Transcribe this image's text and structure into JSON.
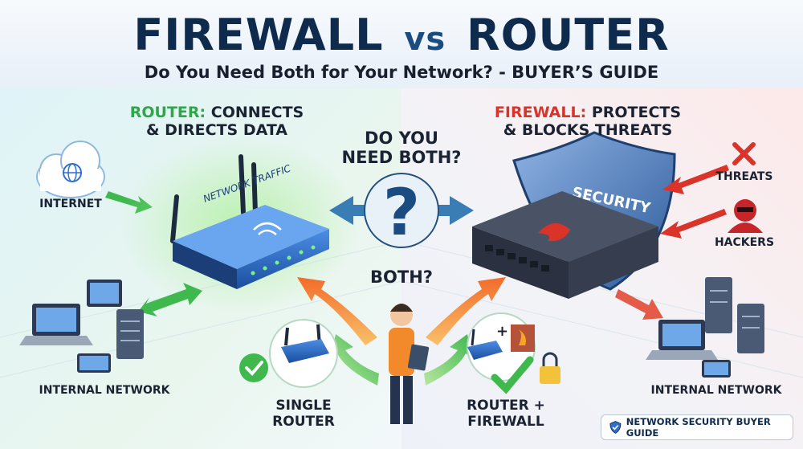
{
  "header": {
    "title_left": "FIREWALL",
    "title_vs": "vs",
    "title_right": "ROUTER",
    "subtitle": "Do You Need Both for Your Network? - BUYER’S GUIDE"
  },
  "router_side": {
    "heading_accent": "ROUTER:",
    "heading_rest": "CONNECTS",
    "heading_line2": "& DIRECTS DATA",
    "traffic_label": "NETWORK TRAFFIC",
    "internet_label": "INTERNET",
    "internal_network_label": "INTERNAL NETWORK"
  },
  "center": {
    "question_line1": "DO YOU",
    "question_line2": "NEED BOTH?",
    "both_label": "BOTH?",
    "option_single_line1": "SINGLE",
    "option_single_line2": "ROUTER",
    "option_combo_line1": "ROUTER +",
    "option_combo_line2": "FIREWALL"
  },
  "firewall_side": {
    "heading_accent": "FIREWALL:",
    "heading_rest": "PROTECTS",
    "heading_line2": "& BLOCKS THREATS",
    "shield_text": "SECURITY",
    "threats_label": "THREATS",
    "hackers_label": "HACKERS",
    "internal_network_label": "INTERNAL NETWORK"
  },
  "footer": {
    "badge_text": "NETWORK SECURITY BUYER GUIDE"
  },
  "colors": {
    "navy": "#0e2a4d",
    "router_green": "#2fa64a",
    "firewall_red": "#d9332a",
    "arrow_orange": "#f58a2b",
    "router_blue": "#2f6fcf"
  }
}
